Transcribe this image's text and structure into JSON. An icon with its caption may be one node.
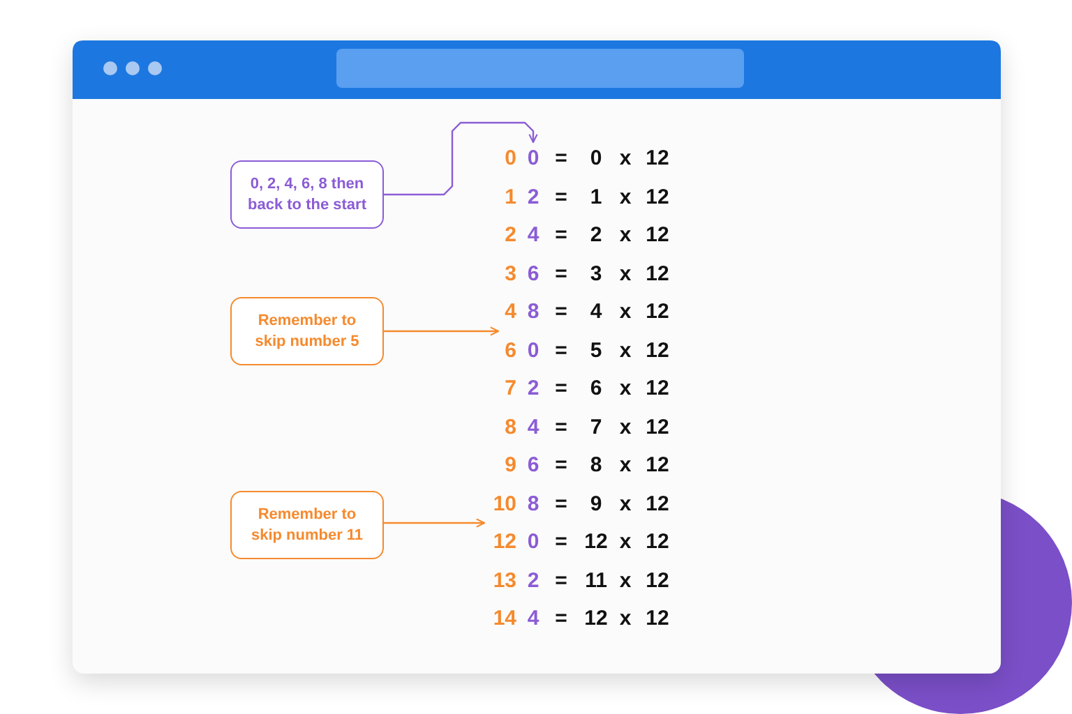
{
  "diagram": {
    "nodes": [
      {
        "text": [
          "0, 2, 4, 6, 8 then back to the start"
        ]
      },
      {
        "text": [
          "Remember to skip number 5"
        ]
      },
      {
        "text": [
          "Remember to skip number 11"
        ]
      },
      {
        "text": [
          "0"
        ]
      },
      {
        "text": [
          "4"
        ]
      },
      {
        "text": [
          "10"
        ]
      }
    ],
    "edges": [
      {
        "from": 0,
        "to": 3,
        "arrow": "to",
        "color": "#8b5cd6"
      },
      {
        "from": 1,
        "to": 4,
        "arrow": "to"
      },
      {
        "from": 2,
        "to": 5,
        "arrow": "to"
      }
    ],
    "labels": [
      "0",
      "=",
      "0",
      "x",
      "12",
      "1",
      "2",
      "=",
      "1",
      "x",
      "12",
      "2",
      "4",
      "=",
      "2",
      "x",
      "12",
      "3",
      "6",
      "=",
      "3",
      "x",
      "12",
      "8",
      "=",
      "4",
      "x",
      "12",
      "6",
      "0",
      "=",
      "5",
      "x",
      "12",
      "7",
      "2",
      "=",
      "6",
      "x",
      "12",
      "8",
      "4",
      "=",
      "7",
      "x",
      "12",
      "9",
      "6",
      "=",
      "8",
      "x",
      "12",
      "8",
      "=",
      "9",
      "x",
      "12",
      "12",
      "0",
      "=",
      "12",
      "x",
      "12",
      "13",
      "2",
      "=",
      "11",
      "x",
      "12",
      "14",
      "4",
      "=",
      "12",
      "x",
      "12"
    ]
  }
}
